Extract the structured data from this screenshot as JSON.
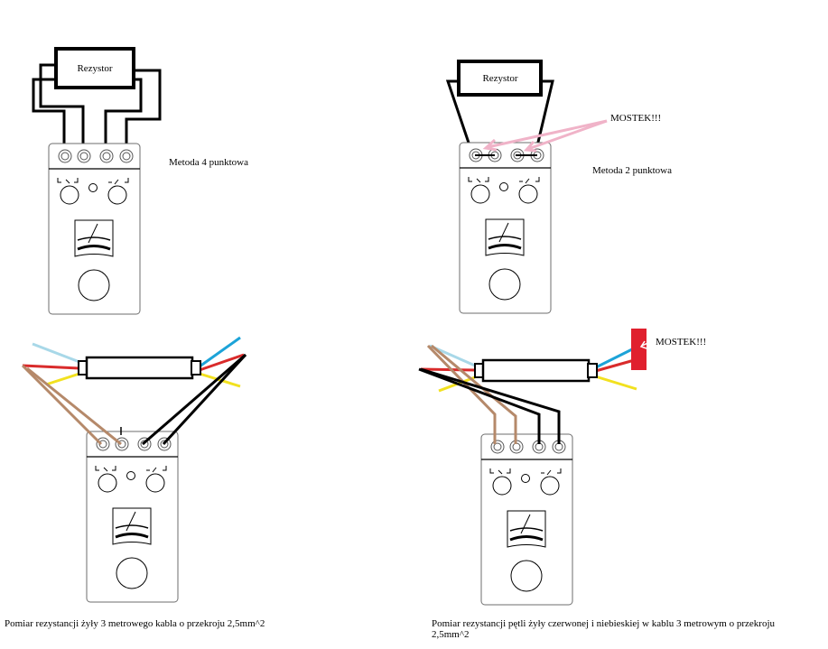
{
  "diagrams": {
    "four_point": {
      "resistor_label": "Rezystor",
      "method_label": "Metoda 4 punktowa"
    },
    "two_point": {
      "resistor_label": "Rezystor",
      "bridge_label": "MOSTEK!!!",
      "method_label": "Metoda 2 punktowa"
    },
    "cable_conductor": {
      "caption": "Pomiar rezystancji żyły 3 metrowego kabla o przekroju 2,5mm^2"
    },
    "cable_loop": {
      "bridge_label": "MOSTEK!!!",
      "caption_line1": "Pomiar rezystancji pętli żyły czerwonej i niebieskiej w kablu 3 metrowym o przekroju",
      "caption_line2": "2,5mm^2"
    }
  },
  "colors": {
    "wire_black": "#000000",
    "wire_brown": "#b5896a",
    "wire_red": "#d92b2b",
    "wire_blue": "#1ca3d8",
    "wire_lightblue": "#a8d8e8",
    "wire_yellow": "#f2e11f",
    "bridge_pink": "#f0b3c8",
    "bridge_block": "#e0202e",
    "device_outline": "#6e6e6e"
  }
}
